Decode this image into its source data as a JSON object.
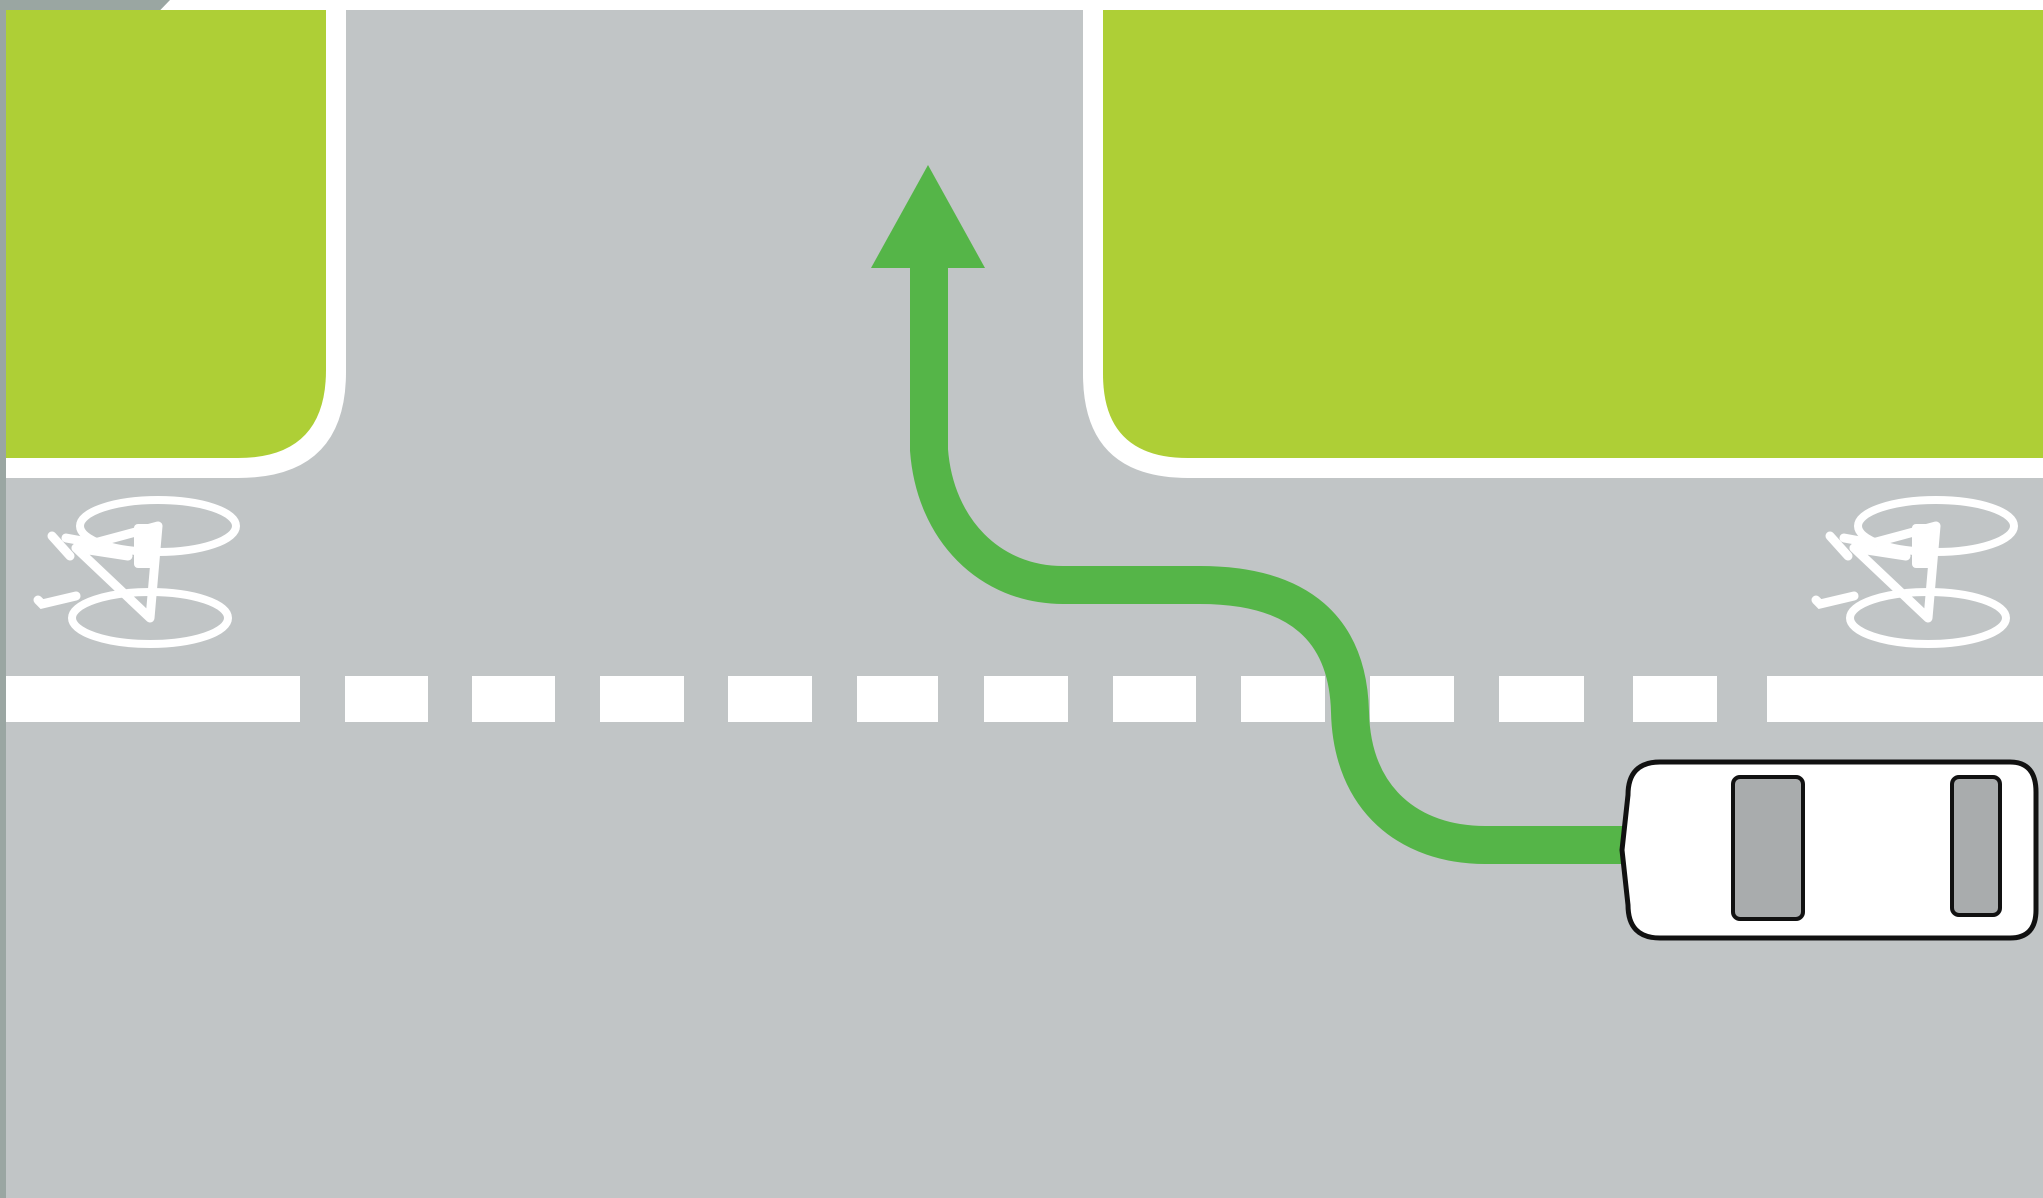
{
  "diagram": {
    "elements": [
      {
        "id": "road",
        "kind": "asphalt"
      },
      {
        "id": "left-block",
        "kind": "grass-verge"
      },
      {
        "id": "right-block",
        "kind": "grass-verge"
      },
      {
        "id": "bike-lane-symbol-left",
        "kind": "bicycle-icon"
      },
      {
        "id": "bike-lane-symbol-right",
        "kind": "bicycle-icon"
      },
      {
        "id": "lane-divider",
        "kind": "solid-then-dashed-line"
      },
      {
        "id": "route-arrow",
        "kind": "turn-left-path"
      },
      {
        "id": "car",
        "kind": "vehicle-top-view"
      }
    ]
  },
  "colors": {
    "page_bg": "#ffffff",
    "road": "#c1c5c6",
    "grass": "#aecf36",
    "marking": "#ffffff",
    "route": "#55b548",
    "car_body": "#ffffff",
    "car_outline": "#111111",
    "car_window": "#a9acad",
    "edge_shadow": "#9aa6a2"
  },
  "icons": {
    "bicycle": "bicycle-icon",
    "arrow": "arrow-up-icon",
    "car": "car-icon"
  }
}
